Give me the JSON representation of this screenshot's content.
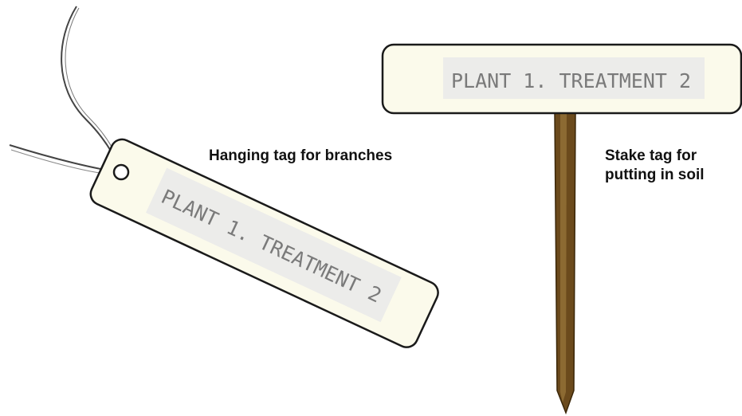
{
  "hanging_tag": {
    "label": "PLANT 1. TREATMENT 2",
    "caption": "Hanging tag for branches"
  },
  "stake_tag": {
    "label": "PLANT 1. TREATMENT 2",
    "caption_line1": "Stake tag for",
    "caption_line2": "putting in soil"
  },
  "colors": {
    "tag_fill": "#fbfaeb",
    "tag_outline": "#1a1a1a",
    "label_panel": "#ececea",
    "label_text": "#7a7a7a",
    "stake_wood": "#6b4a1c",
    "wire": "#444444"
  }
}
